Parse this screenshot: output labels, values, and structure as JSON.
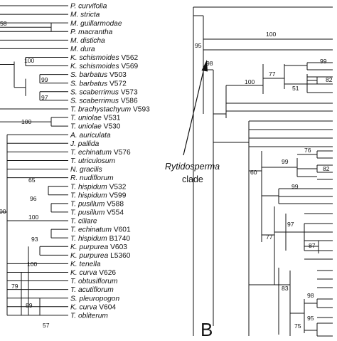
{
  "figure": {
    "panel_label": "B",
    "callout": {
      "line1": "Rytidosperma",
      "line2": "clade"
    },
    "left_tree": {
      "taxa": [
        {
          "genus": "P.",
          "species": "curvifolia",
          "voucher": ""
        },
        {
          "genus": "M.",
          "species": "stricta",
          "voucher": ""
        },
        {
          "genus": "M.",
          "species": "guillarmodae",
          "voucher": ""
        },
        {
          "genus": "P.",
          "species": "macrantha",
          "voucher": ""
        },
        {
          "genus": "M.",
          "species": "disticha",
          "voucher": ""
        },
        {
          "genus": "M.",
          "species": "dura",
          "voucher": ""
        },
        {
          "genus": "K.",
          "species": "schismoides",
          "voucher": "V562"
        },
        {
          "genus": "K.",
          "species": "schismoides",
          "voucher": "V569"
        },
        {
          "genus": "S.",
          "species": "barbatus",
          "voucher": "V503"
        },
        {
          "genus": "S.",
          "species": "barbatus",
          "voucher": "V572"
        },
        {
          "genus": "S.",
          "species": "scaberrimus",
          "voucher": "V573"
        },
        {
          "genus": "S.",
          "species": "scaberrimus",
          "voucher": "V586"
        },
        {
          "genus": "T.",
          "species": "brachystachyum",
          "voucher": "V593"
        },
        {
          "genus": "T.",
          "species": "uniolae",
          "voucher": "V531"
        },
        {
          "genus": "T.",
          "species": "uniolae",
          "voucher": "V530"
        },
        {
          "genus": "A.",
          "species": "auriculata",
          "voucher": ""
        },
        {
          "genus": "J.",
          "species": "pallida",
          "voucher": ""
        },
        {
          "genus": "T.",
          "species": "echinatum",
          "voucher": "V576"
        },
        {
          "genus": "T.",
          "species": "utriculosum",
          "voucher": ""
        },
        {
          "genus": "N.",
          "species": "gracilis",
          "voucher": ""
        },
        {
          "genus": "R.",
          "species": "nudiflorum",
          "voucher": ""
        },
        {
          "genus": "T.",
          "species": "hispidum",
          "voucher": "V532"
        },
        {
          "genus": "T.",
          "species": "hispidum",
          "voucher": "V599"
        },
        {
          "genus": "T.",
          "species": "pusillum",
          "voucher": "V588"
        },
        {
          "genus": "T.",
          "species": "pusillum",
          "voucher": "V554"
        },
        {
          "genus": "T.",
          "species": "ciliare",
          "voucher": ""
        },
        {
          "genus": "T.",
          "species": "echinatum",
          "voucher": "V601"
        },
        {
          "genus": "T.",
          "species": "hispidum",
          "voucher": "B1740"
        },
        {
          "genus": "K.",
          "species": "purpurea",
          "voucher": "V603"
        },
        {
          "genus": "K.",
          "species": "purpurea",
          "voucher": "L5360"
        },
        {
          "genus": "K.",
          "species": "tenella",
          "voucher": ""
        },
        {
          "genus": "K.",
          "species": "curva",
          "voucher": "V626"
        },
        {
          "genus": "T.",
          "species": "obtusiflorum",
          "voucher": ""
        },
        {
          "genus": "T.",
          "species": "acutiflorum",
          "voucher": ""
        },
        {
          "genus": "S.",
          "species": "pleuropogon",
          "voucher": ""
        },
        {
          "genus": "K.",
          "species": "curva",
          "voucher": "V604"
        },
        {
          "genus": "T.",
          "species": "obliterum",
          "voucher": ""
        }
      ],
      "support_values": [
        "58",
        "100",
        "99",
        "97",
        "100",
        "65",
        "96",
        "100",
        "93",
        "100",
        "79",
        "89",
        "57",
        "00"
      ]
    },
    "right_tree": {
      "support_values": [
        "100",
        "95",
        "98",
        "99",
        "77",
        "82",
        "51",
        "100",
        "76",
        "99",
        "82",
        "60",
        "99",
        "97",
        "87",
        "77",
        "83",
        "98",
        "75",
        "95"
      ]
    }
  }
}
